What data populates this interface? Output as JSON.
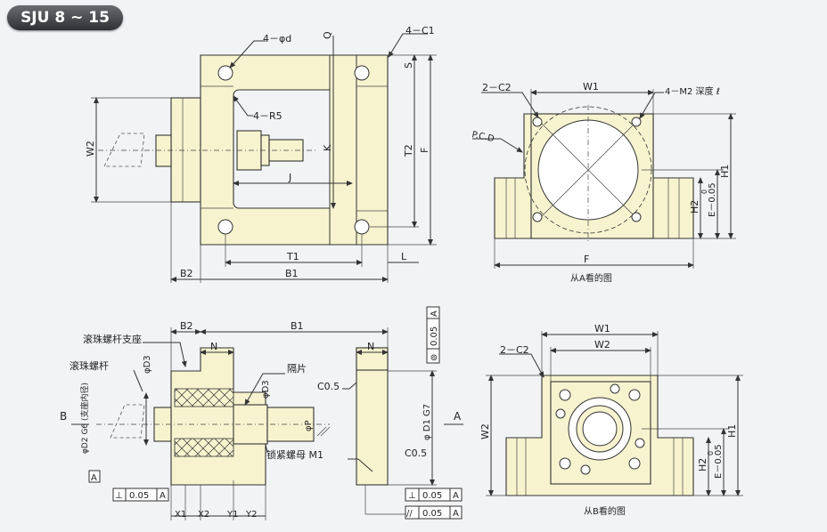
{
  "badge": {
    "title": "SJU 8 ~ 15"
  },
  "top_left": {
    "holes_label": "4－φd",
    "chamfer_label": "4－C1",
    "radius_label": "4－R5",
    "q": "Q",
    "s": "S",
    "k": "K",
    "t2": "T2",
    "f": "F",
    "w2": "W2",
    "j": "J",
    "t1": "T1",
    "l": "L",
    "b2": "B2",
    "b1": "B1"
  },
  "top_right": {
    "chamfer_label": "2－C2",
    "w1": "W1",
    "tap_label": "4－M2 深度 ℓ",
    "pcd": "P.C.D",
    "h1": "H1",
    "h2": "H2",
    "e_tol": "E－0.05",
    "e_zero": "0",
    "f": "F",
    "caption": "从A看的图"
  },
  "bottom_left": {
    "b2": "B2",
    "b1": "B1",
    "n1": "N",
    "n2": "N",
    "bracket": "滚珠螺杆支座",
    "screw": "滚珠螺杆",
    "d3a": "φD3",
    "d3b": "φD3",
    "spacer": "隔片",
    "c05a": "C0.5",
    "c05b": "C0.5",
    "dp": "φP",
    "d2": "φD2 G6 (支座内径)",
    "d1": "φ D1 G7",
    "nut": "锁紧螺母 M1",
    "datum": "A",
    "b_label": "B",
    "a_label": "A",
    "tol_box": {
      "sym": "⊥",
      "val": "0.05",
      "ref": "A"
    },
    "tol_right1": {
      "sym": "⊥",
      "val": "0.05",
      "ref": "A"
    },
    "tol_right2": {
      "sym": "//",
      "val": "0.05",
      "ref": "A"
    },
    "tol_vert": {
      "sym": "⊚",
      "val": "0.05",
      "ref": "A"
    },
    "x1": "X1",
    "x2": "X2",
    "y1": "Y1",
    "y2": "Y2"
  },
  "bottom_right": {
    "w1": "W1",
    "w2": "W2",
    "chamfer_label": "2－C2",
    "w2v": "W2",
    "h1": "H1",
    "h2": "H2",
    "e_tol": "E－0.05",
    "e_zero": "0",
    "caption": "从B看的图"
  }
}
